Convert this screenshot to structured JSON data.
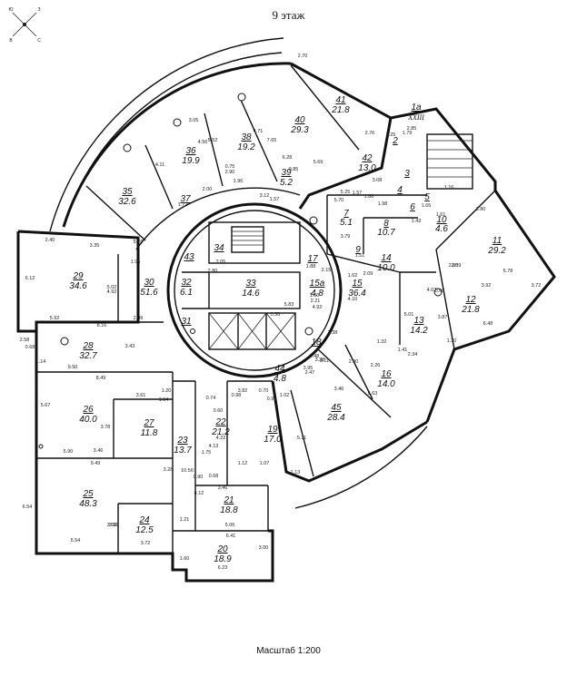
{
  "title": "9 этаж",
  "scale_label": "Масштаб 1:200",
  "compass": {
    "north": "Ю",
    "east": "З",
    "south": "С",
    "west": "В"
  },
  "rooms": [
    {
      "no": "1а",
      "area": "",
      "roman": "XXIII"
    },
    {
      "no": "2",
      "area": ""
    },
    {
      "no": "3",
      "area": ""
    },
    {
      "no": "4",
      "area": ""
    },
    {
      "no": "5",
      "area": ""
    },
    {
      "no": "6",
      "area": ""
    },
    {
      "no": "7",
      "area": "5.1"
    },
    {
      "no": "8",
      "area": "10.7"
    },
    {
      "no": "9",
      "area": ""
    },
    {
      "no": "10",
      "area": "4.6"
    },
    {
      "no": "11",
      "area": "29.2"
    },
    {
      "no": "12",
      "area": "21.8"
    },
    {
      "no": "13",
      "area": "14.2"
    },
    {
      "no": "14",
      "area": "10.0"
    },
    {
      "no": "15",
      "area": "36.4"
    },
    {
      "no": "15а",
      "area": "4.8"
    },
    {
      "no": "16",
      "area": "14.0"
    },
    {
      "no": "17",
      "area": ""
    },
    {
      "no": "18",
      "area": ""
    },
    {
      "no": "19",
      "area": "17.0"
    },
    {
      "no": "20",
      "area": "18.9"
    },
    {
      "no": "21",
      "area": "18.8"
    },
    {
      "no": "22",
      "area": "21.2"
    },
    {
      "no": "23",
      "area": "13.7"
    },
    {
      "no": "24",
      "area": "12.5"
    },
    {
      "no": "25",
      "area": "48.3"
    },
    {
      "no": "26",
      "area": "40.0"
    },
    {
      "no": "27",
      "area": "11.8"
    },
    {
      "no": "28",
      "area": "32.7"
    },
    {
      "no": "29",
      "area": "34.6"
    },
    {
      "no": "30",
      "area": "51.6"
    },
    {
      "no": "31",
      "area": ""
    },
    {
      "no": "32",
      "area": "6.1"
    },
    {
      "no": "33",
      "area": "14.6"
    },
    {
      "no": "34",
      "area": ""
    },
    {
      "no": "35",
      "area": "32.6"
    },
    {
      "no": "36",
      "area": "19.9"
    },
    {
      "no": "37",
      "area": ""
    },
    {
      "no": "38",
      "area": "19.2"
    },
    {
      "no": "39",
      "area": "5.2"
    },
    {
      "no": "40",
      "area": "29.3"
    },
    {
      "no": "41",
      "area": "21.8"
    },
    {
      "no": "42",
      "area": "13.0"
    },
    {
      "no": "43",
      "area": ""
    },
    {
      "no": "44",
      "area": "4.8"
    },
    {
      "no": "45",
      "area": "28.4"
    }
  ],
  "dimensions": [
    "2.40",
    "3.35",
    "5.78",
    "1.95",
    "6.12",
    "5.02",
    "4.92",
    "5.92",
    "2.09",
    "8.16",
    "2.58",
    "0.68",
    "3.43",
    "1.14",
    "9.50",
    "8.49",
    "5.67",
    "3.61",
    "1.20",
    "3.78",
    "1.64",
    "3.46",
    "5.90",
    "9.49",
    "6.54",
    "3.28",
    "10.56",
    "3.50",
    "3.31",
    "1.21",
    "5.54",
    "3.72",
    "1.60",
    "6.23",
    "3.00",
    "5.06",
    "6.41",
    "3.46",
    "4.12",
    "0.90",
    "1.75",
    "0.68",
    "4.13",
    "4.22",
    "1.12",
    "1.07",
    "0.98",
    "0.60",
    "0.74",
    "3.82",
    "0.70",
    "0.90",
    "1.02",
    "1.13",
    "2.21",
    "5.83",
    "3.28",
    "0.58",
    "2.48",
    "3.95",
    "2.05",
    "2.80",
    "1.88",
    "2.15",
    "1.60",
    "4.92",
    "3.38",
    "4.10",
    "1.51",
    "3.79",
    "5.25",
    "5.70",
    "3.05",
    "4.11",
    "5.52",
    "4.56",
    "4.71",
    "7.65",
    "6.28",
    "5.69",
    "2.70",
    "2.76",
    "3.25",
    "1.79",
    "1.72",
    "2.00",
    "0.75",
    "2.90",
    "1.96",
    "0.85",
    "3.12",
    "1.57",
    "3.08",
    "2.85",
    "1.61",
    "1.65",
    "1.43",
    "3.80",
    "1.16",
    "5.78",
    "3.72",
    "3.92",
    "6.48",
    "2.59",
    "2.80",
    "0.60",
    "5.01",
    "4.07",
    "3.87",
    "1.32",
    "2.34",
    "1.30",
    "1.41",
    "2.26",
    "2.90",
    "5.63",
    "3.46",
    "2.47",
    "3.11",
    "5.11",
    "1.86",
    "1.98",
    "1.57",
    "2.09",
    "1.62"
  ]
}
